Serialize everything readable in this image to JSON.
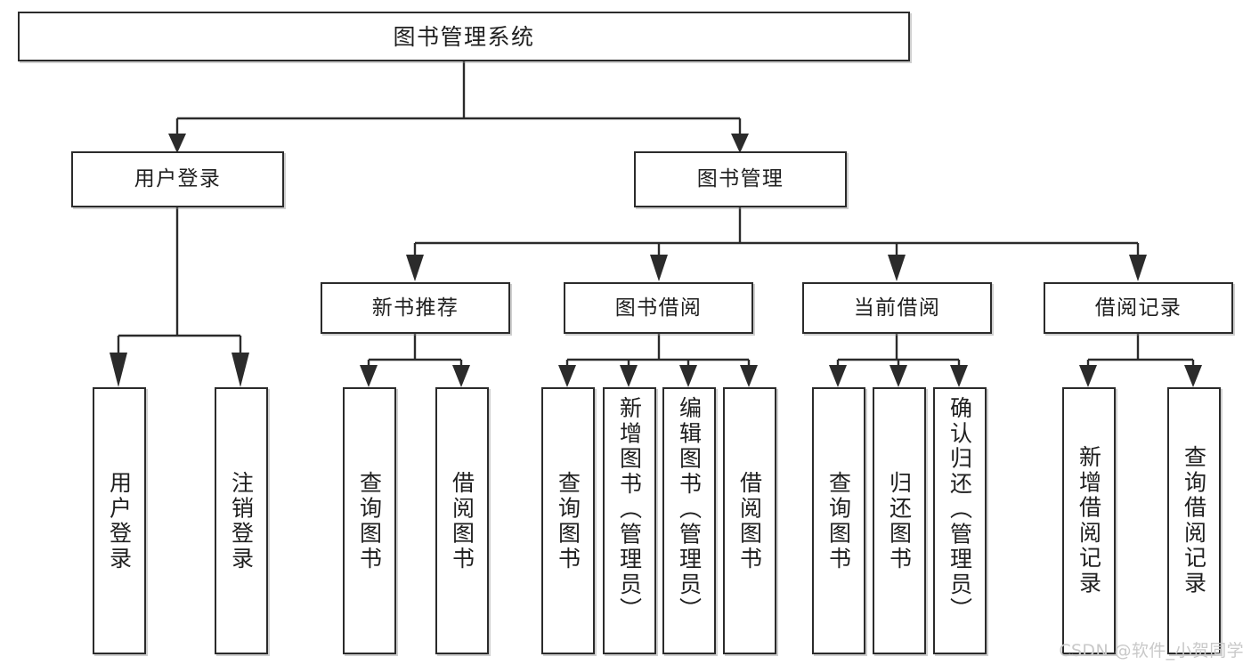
{
  "diagram": {
    "title": "图书管理系统",
    "type": "tree",
    "watermark": "CSDN @软件_小贺同学",
    "colors": {
      "border": "#2b2b2b",
      "text": "#1f1f1f",
      "background": "#ffffff",
      "connector": "#2b2b2b",
      "watermark": "#c9c9c9"
    },
    "nodes": {
      "root": {
        "label": "图书管理系统"
      },
      "level2": [
        {
          "label": "用户登录"
        },
        {
          "label": "图书管理"
        }
      ],
      "level3": [
        {
          "label": "新书推荐"
        },
        {
          "label": "图书借阅"
        },
        {
          "label": "当前借阅"
        },
        {
          "label": "借阅记录"
        }
      ],
      "leaves": {
        "user_login": [
          {
            "label": "用户登录"
          },
          {
            "label": "注销登录"
          }
        ],
        "new_book": [
          {
            "label": "查询图书"
          },
          {
            "label": "借阅图书"
          }
        ],
        "book_borrow": [
          {
            "label": "查询图书"
          },
          {
            "label": "新增图书（管理员）"
          },
          {
            "label": "编辑图书（管理员）"
          },
          {
            "label": "借阅图书"
          }
        ],
        "current_borrow": [
          {
            "label": "查询图书"
          },
          {
            "label": "归还图书"
          },
          {
            "label": "确认归还（管理员）"
          }
        ],
        "borrow_record": [
          {
            "label": "新增借阅记录"
          },
          {
            "label": "查询借阅记录"
          }
        ]
      }
    }
  }
}
